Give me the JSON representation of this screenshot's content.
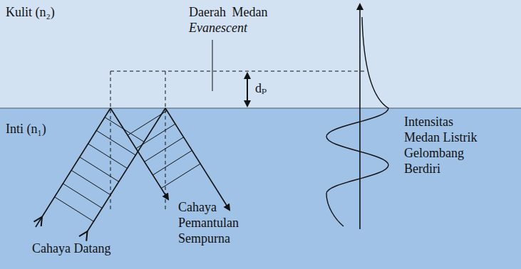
{
  "diagram": {
    "nodes": [
      {
        "text": [
          "Kulit (n₂)"
        ]
      },
      {
        "text": [
          "Inti (n₁)"
        ]
      }
    ],
    "labels": [
      "Daerah Medan",
      "Evanescent",
      "dₚ",
      "Intensitas Medan Listrik Gelombang Berdiri",
      "Cahaya Datang",
      "Cahaya Pemantulan Sempurna"
    ]
  }
}
